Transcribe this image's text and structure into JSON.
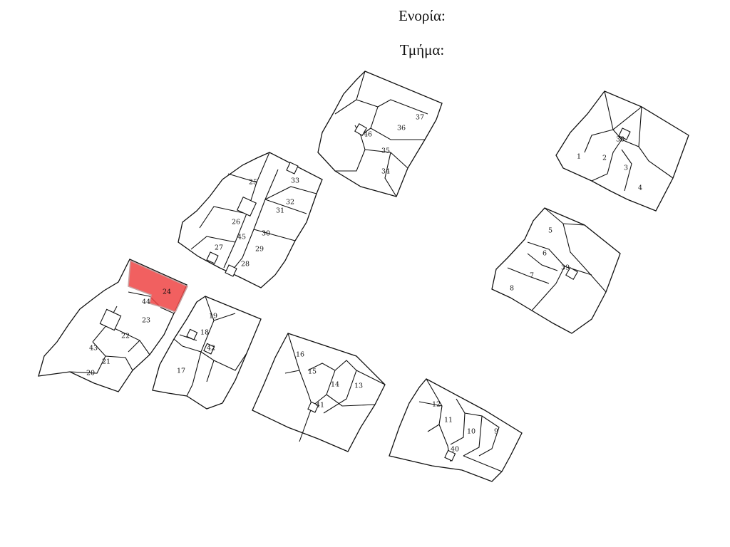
{
  "header": {
    "parish_label": "Ενορία:",
    "section_label": "Τμήμα:"
  },
  "highlight_color": "#ee4444",
  "selected_unit": "24",
  "units": [
    {
      "id": "1",
      "label": "1"
    },
    {
      "id": "2",
      "label": "2"
    },
    {
      "id": "3",
      "label": "3"
    },
    {
      "id": "4",
      "label": "4"
    },
    {
      "id": "5",
      "label": "5"
    },
    {
      "id": "6",
      "label": "6"
    },
    {
      "id": "7",
      "label": "7"
    },
    {
      "id": "8",
      "label": "8"
    },
    {
      "id": "9",
      "label": "9"
    },
    {
      "id": "10",
      "label": "10"
    },
    {
      "id": "11",
      "label": "11"
    },
    {
      "id": "12",
      "label": "12"
    },
    {
      "id": "13",
      "label": "13"
    },
    {
      "id": "14",
      "label": "14"
    },
    {
      "id": "15",
      "label": "15"
    },
    {
      "id": "16",
      "label": "16"
    },
    {
      "id": "17",
      "label": "17"
    },
    {
      "id": "18",
      "label": "18"
    },
    {
      "id": "19",
      "label": "19"
    },
    {
      "id": "20",
      "label": "20"
    },
    {
      "id": "21",
      "label": "21"
    },
    {
      "id": "22",
      "label": "22"
    },
    {
      "id": "23",
      "label": "23"
    },
    {
      "id": "24",
      "label": "24"
    },
    {
      "id": "25",
      "label": "25"
    },
    {
      "id": "26",
      "label": "26"
    },
    {
      "id": "27",
      "label": "27"
    },
    {
      "id": "28",
      "label": "28"
    },
    {
      "id": "29",
      "label": "29"
    },
    {
      "id": "30",
      "label": "30"
    },
    {
      "id": "31",
      "label": "31"
    },
    {
      "id": "32",
      "label": "32"
    },
    {
      "id": "33",
      "label": "33"
    },
    {
      "id": "34",
      "label": "34"
    },
    {
      "id": "35",
      "label": "35"
    },
    {
      "id": "36",
      "label": "36"
    },
    {
      "id": "37",
      "label": "37"
    },
    {
      "id": "38",
      "label": "38"
    },
    {
      "id": "39",
      "label": "39"
    },
    {
      "id": "40",
      "label": "40"
    },
    {
      "id": "41",
      "label": "41"
    },
    {
      "id": "42",
      "label": "42"
    },
    {
      "id": "43",
      "label": "43"
    },
    {
      "id": "44",
      "label": "44"
    },
    {
      "id": "45",
      "label": "45"
    },
    {
      "id": "46",
      "label": "46"
    }
  ]
}
